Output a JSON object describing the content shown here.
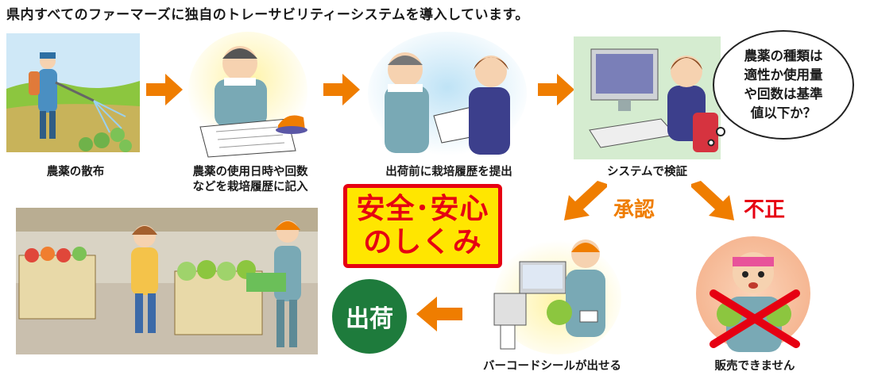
{
  "headline": "県内すべてのファーマーズに独自のトレーサビリティーシステムを導入しています。",
  "steps": [
    {
      "caption": "農薬の散布"
    },
    {
      "caption_line1": "農薬の使用日時や回数",
      "caption_line2": "などを栽培履歴に記入"
    },
    {
      "caption": "出荷前に栽培履歴を提出"
    },
    {
      "caption": "システムで検証"
    }
  ],
  "bubble": {
    "text": "農薬の種類は\n適性か使用量\nや回数は基準\n値以下か？"
  },
  "center_badge": {
    "line1": "安全･安心",
    "line2": "のしくみ"
  },
  "approve_label": "承認",
  "fraud_label": "不正",
  "barcode_caption": "バーコードシールが出せる",
  "not_sold_caption": "販売できません",
  "ship_label": "出荷",
  "colors": {
    "arrow": "#ef7d00",
    "badge_bg": "#ffe600",
    "badge_text": "#e60012",
    "ship_circle": "#1e7b3c"
  }
}
